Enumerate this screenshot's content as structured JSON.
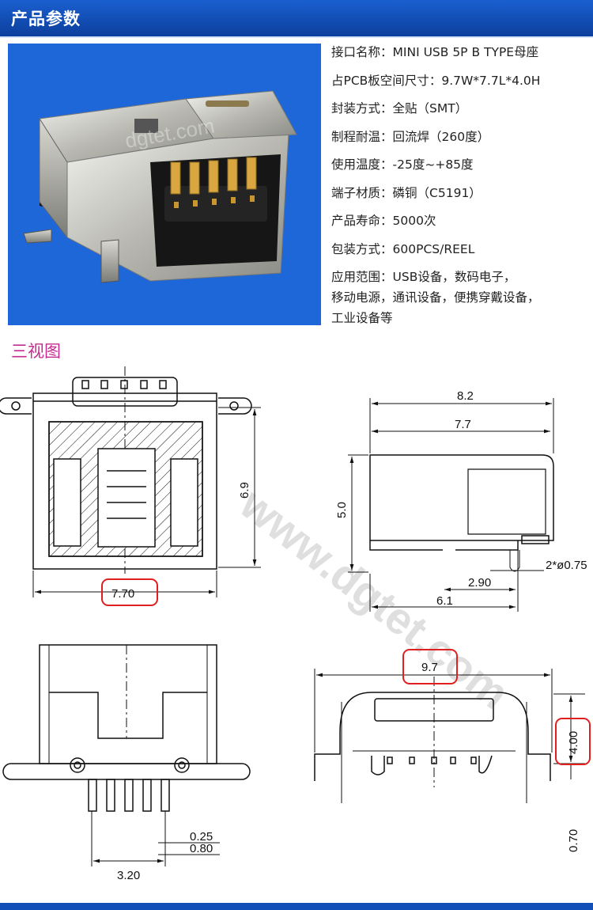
{
  "header": {
    "title": "产品参数"
  },
  "photo": {
    "watermark": "dgtet.com"
  },
  "specs": [
    {
      "label": "接口名称",
      "value": "MINI USB 5P B TYPE母座"
    },
    {
      "label": "占PCB板空间尺寸",
      "value": "9.7W*7.7L*4.0H"
    },
    {
      "label": "封装方式",
      "value": "全贴（SMT）"
    },
    {
      "label": "制程耐温",
      "value": "回流焊（260度）"
    },
    {
      "label": "使用温度",
      "value": "-25度~+85度"
    },
    {
      "label": "端子材质",
      "value": "磷铜（C5191）"
    },
    {
      "label": "产品寿命",
      "value": "5000次"
    },
    {
      "label": "包装方式",
      "value": "600PCS/REEL"
    }
  ],
  "application": {
    "label": "应用范围",
    "lines": [
      "USB设备，数码电子，",
      "移动电源，通讯设备，便携穿戴设备，",
      "工业设备等"
    ]
  },
  "three_view": {
    "title": "三视图",
    "watermark": "www.dgtet.com",
    "top_view": {
      "height_dim": "6.9",
      "width_dim": "7.70"
    },
    "side_view": {
      "overall_length": "8.2",
      "length": "7.7",
      "height": "5.0",
      "peg_spacing": "2.90",
      "base_length": "6.1",
      "peg_diameter": "2*ø0.75"
    },
    "bottom_view": {
      "pin_width": "0.25",
      "pin_pitch": "0.80",
      "span": "3.20"
    },
    "front_view": {
      "width": "9.7",
      "height": "4.00",
      "standoff": "0.70"
    },
    "highlight_color": "#e02020"
  }
}
